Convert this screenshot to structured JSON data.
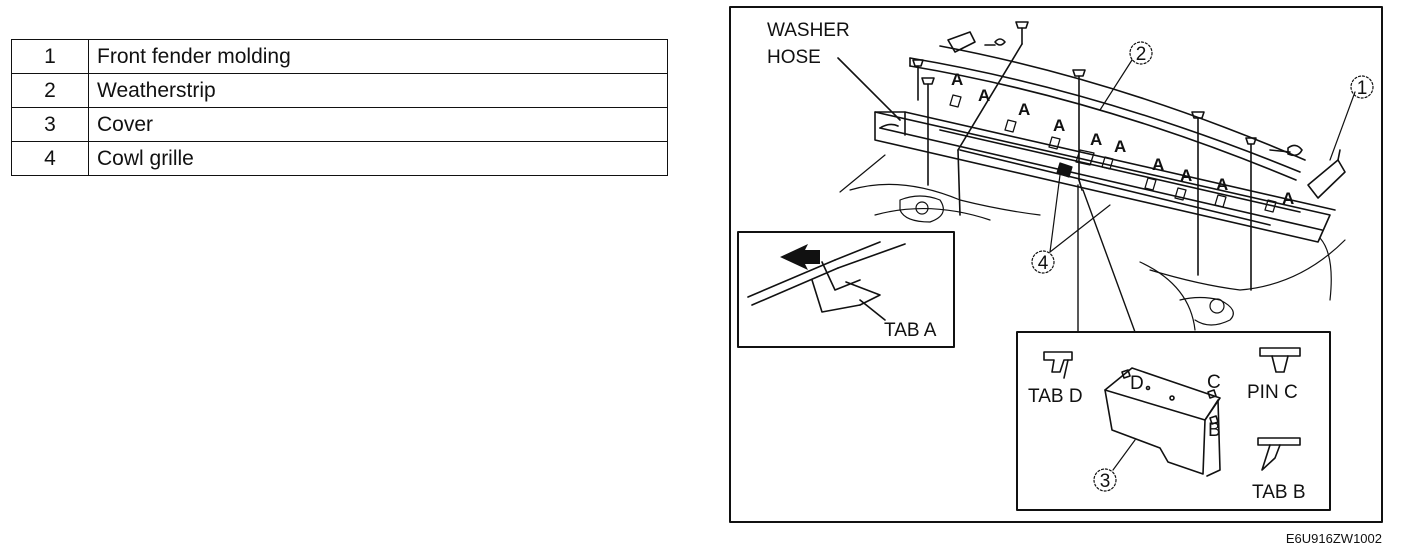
{
  "legend": {
    "rows": [
      {
        "num": "1",
        "label": "Front fender molding"
      },
      {
        "num": "2",
        "label": "Weatherstrip"
      },
      {
        "num": "3",
        "label": "Cover"
      },
      {
        "num": "4",
        "label": "Cowl grille"
      }
    ]
  },
  "diagram": {
    "washer_line1": "WASHER",
    "washer_line2": "HOSE",
    "callout_1": "1",
    "callout_2": "2",
    "callout_3": "3",
    "callout_4": "4",
    "tab_a": "TAB A",
    "tab_d": "TAB D",
    "pin_c": "PIN C",
    "tab_b": "TAB B",
    "letter_a": "A",
    "letter_b": "B",
    "letter_c": "C",
    "letter_d": "D",
    "figure_code": "E6U916ZW1002"
  }
}
